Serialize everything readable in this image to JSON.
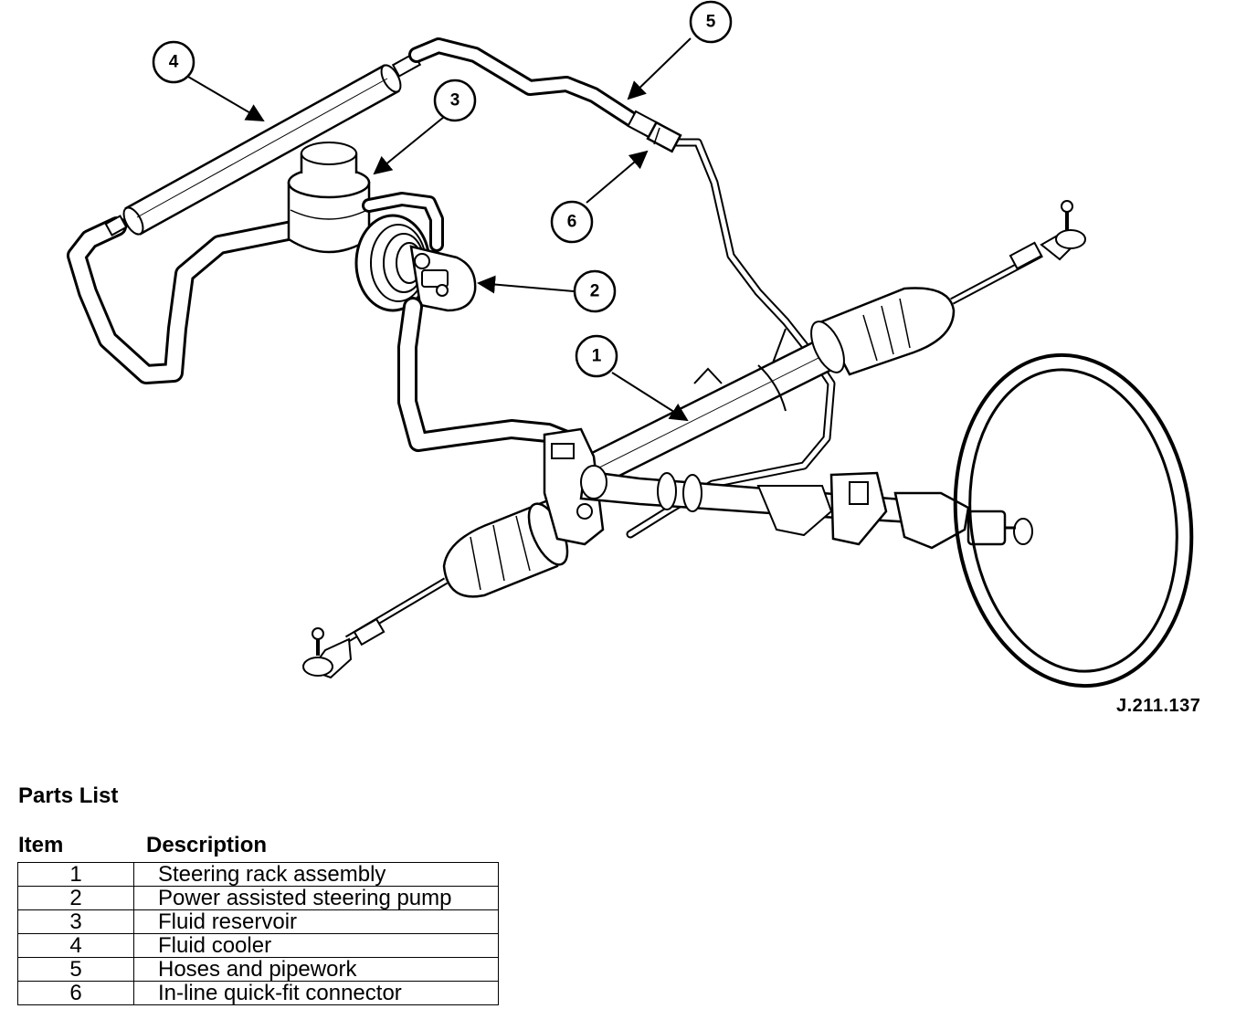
{
  "figure_code": "J.211.137",
  "callouts": [
    {
      "label": "1"
    },
    {
      "label": "2"
    },
    {
      "label": "3"
    },
    {
      "label": "4"
    },
    {
      "label": "5"
    },
    {
      "label": "6"
    }
  ],
  "parts_list": {
    "title": "Parts List",
    "headers": {
      "item": "Item",
      "description": "Description"
    },
    "rows": [
      {
        "item": "1",
        "description": "Steering rack assembly"
      },
      {
        "item": "2",
        "description": "Power assisted steering pump"
      },
      {
        "item": "3",
        "description": "Fluid reservoir"
      },
      {
        "item": "4",
        "description": "Fluid cooler"
      },
      {
        "item": "5",
        "description": "Hoses and pipework"
      },
      {
        "item": "6",
        "description": "In-line quick-fit connector"
      }
    ]
  }
}
